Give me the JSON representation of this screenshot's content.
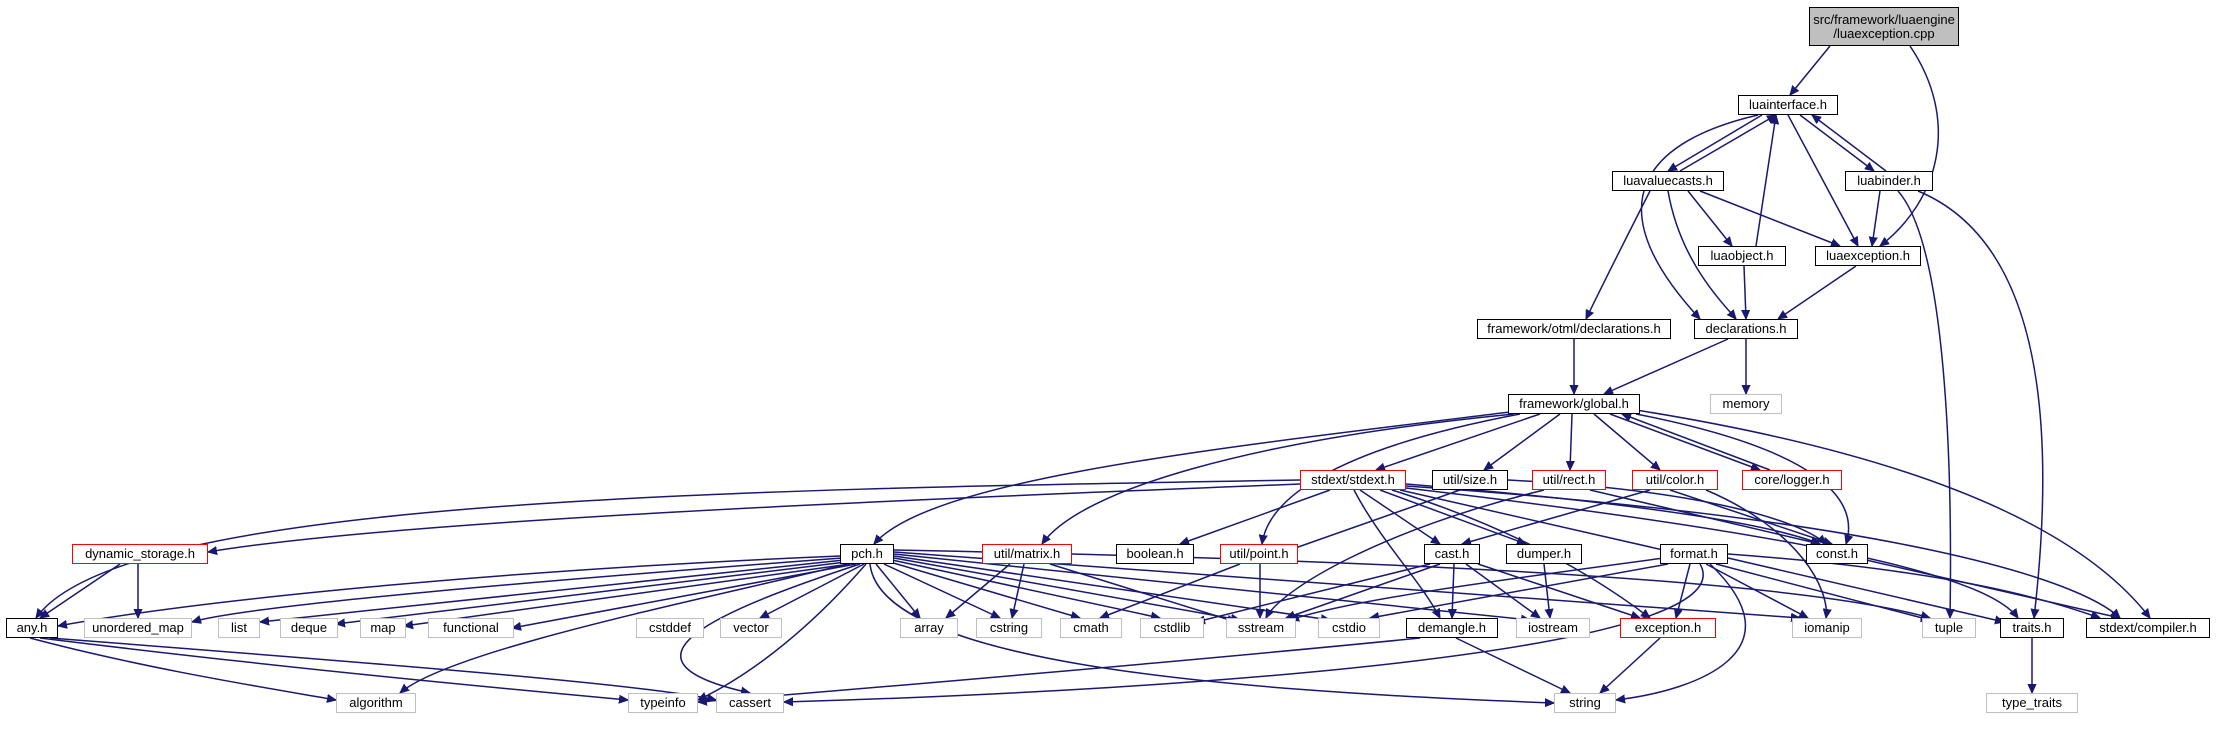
{
  "diagram": {
    "type": "include-dependency-graph",
    "colors": {
      "edge": "#191970",
      "node_border_normal": "#000000",
      "node_border_truncated": "#ff0000",
      "node_border_external": "#bfbfbf",
      "root_fill": "#bfbfbf"
    },
    "nodes": {
      "root": {
        "line1": "src/framework/luaengine",
        "line2": "/luaexception.cpp"
      },
      "luainterface": "luainterface.h",
      "luavaluecasts": "luavaluecasts.h",
      "luabinder": "luabinder.h",
      "luaobject": "luaobject.h",
      "luaexception_h": "luaexception.h",
      "declarations": "declarations.h",
      "otml_declarations": "framework/otml/declarations.h",
      "memory": "memory",
      "global": "framework/global.h",
      "stdext": "stdext/stdext.h",
      "size": "util/size.h",
      "rect": "util/rect.h",
      "color": "util/color.h",
      "logger": "core/logger.h",
      "dynamic_storage": "dynamic_storage.h",
      "pch": "pch.h",
      "matrix": "util/matrix.h",
      "boolean": "boolean.h",
      "point": "util/point.h",
      "cast": "cast.h",
      "dumper": "dumper.h",
      "format": "format.h",
      "const_h": "const.h",
      "any": "any.h",
      "unordered_map": "unordered_map",
      "list": "list",
      "deque": "deque",
      "map": "map",
      "functional": "functional",
      "cstddef": "cstddef",
      "vector": "vector",
      "array": "array",
      "cstring": "cstring",
      "cmath": "cmath",
      "cstdlib": "cstdlib",
      "sstream": "sstream",
      "cstdio": "cstdio",
      "demangle": "demangle.h",
      "iostream": "iostream",
      "exception": "exception.h",
      "iomanip": "iomanip",
      "tuple": "tuple",
      "traits": "traits.h",
      "compiler": "stdext/compiler.h",
      "algorithm": "algorithm",
      "typeinfo": "typeinfo",
      "cassert": "cassert",
      "string": "string",
      "type_traits": "type_traits"
    }
  }
}
